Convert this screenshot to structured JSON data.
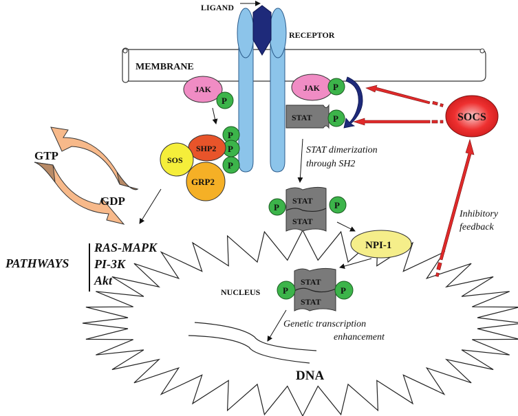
{
  "title": "JAK-STAT signaling pathway with SOCS inhibitory feedback",
  "labels": {
    "ligand": "LIGAND",
    "receptor": "RECEPTOR",
    "membrane": "MEMBRANE",
    "jak": "JAK",
    "stat": "STAT",
    "phosphate": "P",
    "shp2": "SHP2",
    "sos": "SOS",
    "grp2": "GRP2",
    "gtp": "GTP",
    "gdp": "GDP",
    "socs": "SOCS",
    "npi1": "NPI-1",
    "nucleus": "NUCLEUS",
    "dna": "DNA"
  },
  "annotations": {
    "stat_dimerization_line1": "STAT dimerization",
    "stat_dimerization_line2": "through SH2",
    "inhibitory_line1": "Inhibitory",
    "inhibitory_line2": "feedback",
    "transcription_line1": "Genetic transcription",
    "transcription_line2": "enhancement"
  },
  "pathways": {
    "heading": "PATHWAYS",
    "items": [
      "RAS-MAPK",
      "PI-3K",
      "Akt"
    ]
  },
  "colors": {
    "receptor": "#8cc4ea",
    "ligand": "#1e2a7a",
    "jak": "#f08cc4",
    "phosphate": "#3cb44a",
    "stat": "#7a7a7a",
    "shp2": "#e8542a",
    "sos": "#f5ee3a",
    "grp2": "#f5b026",
    "socs": "#e8202a",
    "npi1": "#f5ee8a",
    "gtp_cycle_light": "#f7b98a",
    "gtp_cycle_dark": "#b88a66",
    "inhibit_arrow": "#e02a2a",
    "curved_arrow": "#1e2a7a"
  }
}
